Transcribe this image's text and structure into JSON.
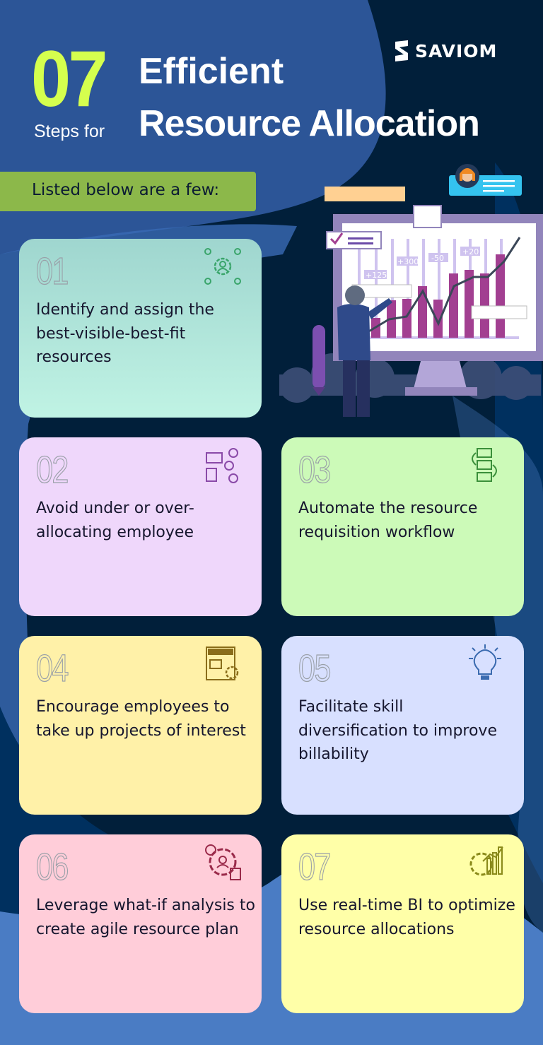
{
  "brand": {
    "logo_text": "SAVIOM"
  },
  "header": {
    "number": "07",
    "steps_label": "Steps for",
    "title_line1": "Efficient",
    "title_line2": "Resource Allocation"
  },
  "banner": {
    "text": "Listed below are a few:"
  },
  "illustration": {
    "chart_labels": [
      "+125",
      "+300",
      "-50",
      "+20"
    ]
  },
  "colors": {
    "background": "#011f3a",
    "accent_lime": "#d5ff4e",
    "banner": "#8cb84a",
    "bar": "#a23f91"
  },
  "steps": [
    {
      "number": "01",
      "text": "Identify and assign the best-visible-best-fit resources",
      "icon": "gear-network-user-icon",
      "color": "#afe6dc",
      "icon_color": "#3aa56b"
    },
    {
      "number": "02",
      "text": "Avoid under or over-allocating employee",
      "icon": "allocation-users-icon",
      "color": "#efd7fb",
      "icon_color": "#8a4aa8"
    },
    {
      "number": "03",
      "text": "Automate the resource requisition workflow",
      "icon": "workflow-icon",
      "color": "#ccfab8",
      "icon_color": "#3a8f3a"
    },
    {
      "number": "04",
      "text": "Encourage employees to take up projects of interest",
      "icon": "project-icon",
      "color": "#fff1a8",
      "icon_color": "#8a6d1a"
    },
    {
      "number": "05",
      "text": "Facilitate skill diversification to improve billability",
      "icon": "lightbulb-puzzle-icon",
      "color": "#d8e0ff",
      "icon_color": "#3b6bb0"
    },
    {
      "number": "06",
      "text": "Leverage what-if analysis to create agile resource plan",
      "icon": "cycle-analysis-icon",
      "color": "#ffcdd9",
      "icon_color": "#9a2a4a"
    },
    {
      "number": "07",
      "text": "Use real-time BI to optimize resource allocations",
      "icon": "gear-chart-icon",
      "color": "#ffffa8",
      "icon_color": "#8a8a1a"
    }
  ]
}
